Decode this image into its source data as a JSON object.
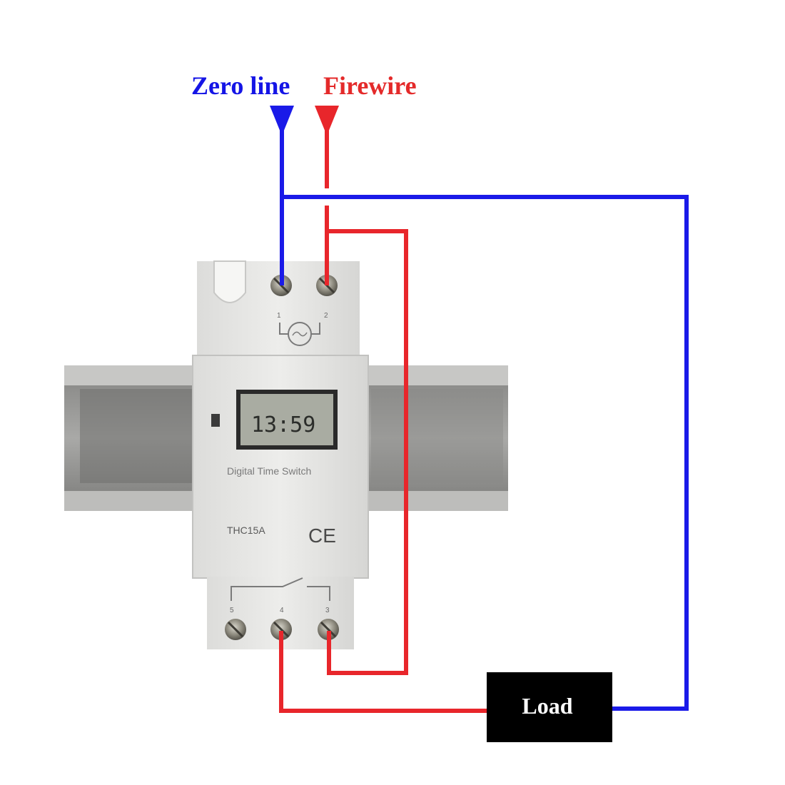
{
  "labels": {
    "zero_line": "Zero line",
    "firewire": "Firewire"
  },
  "device": {
    "name": "Digital Time Switch",
    "model": "THC15A",
    "mark": "CE",
    "display_time": "13:59",
    "terminals_top": [
      "1",
      "2"
    ],
    "terminals_bottom": [
      "5",
      "4",
      "3"
    ]
  },
  "load": {
    "label": "Load"
  },
  "colors": {
    "neutral_wire": "#1a1ae8",
    "live_wire": "#e8262b",
    "load_box": "#000000",
    "device_body": "#e6e6e4",
    "din_rail": "#9a9a98"
  }
}
